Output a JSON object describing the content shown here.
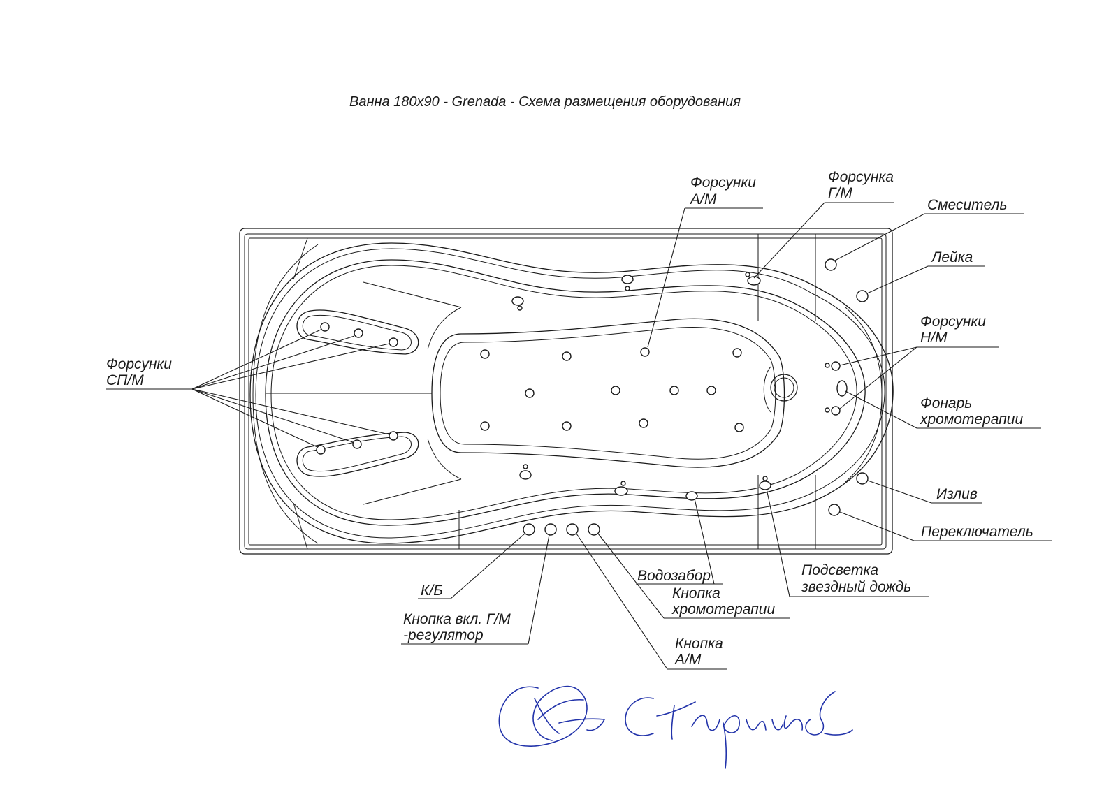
{
  "title": "Ванна 180х90 - Grenada - Схема размещения оборудования",
  "labels": {
    "forsunki_am": [
      "Форсунки",
      "А/М"
    ],
    "forsunka_gm": [
      "Форсунка",
      "Г/М"
    ],
    "smesitel": "Смеситель",
    "leyka": "Лейка",
    "forsunki_nm": [
      "Форсунки",
      "Н/М"
    ],
    "fonar": [
      "Фонарь",
      "хромотерапии"
    ],
    "izliv": "Излив",
    "pereklyuchatel": "Переключатель",
    "podsvetka": [
      "Подсветка",
      "звездный дождь"
    ],
    "vodozabor": "Водозабор",
    "knopka_hromo": [
      "Кнопка",
      "хромотерапии"
    ],
    "knopka_am": [
      "Кнопка",
      "А/М"
    ],
    "kb": "К/Б",
    "knopka_gm": [
      "Кнопка вкл. Г/М",
      "-регулятор"
    ],
    "forsunki_spm": [
      "Форсунки",
      "СП/М"
    ]
  },
  "signature": "Стариков",
  "colors": {
    "line": "#1a1a1a",
    "signature_ink": "#2233aa",
    "background": "#ffffff"
  }
}
